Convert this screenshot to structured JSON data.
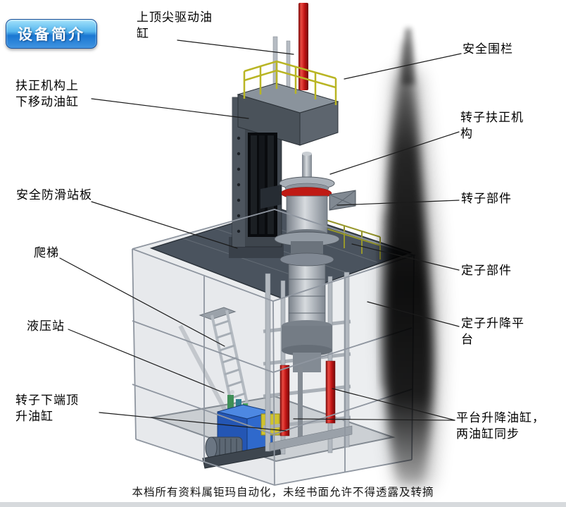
{
  "page": {
    "badge_title": "设备简介",
    "footer": "本档所有资料属钜玛自动化，未经书面允许不得透露及转摘"
  },
  "labels": [
    {
      "name": "top-tip-drive-cylinder",
      "text": "上顶尖驱动油\n缸"
    },
    {
      "name": "safety-fence",
      "text": "安全围栏"
    },
    {
      "name": "centering-updown-cylinder",
      "text": "扶正机构上\n下移动油缸"
    },
    {
      "name": "rotor-centering-mechanism",
      "text": "转子扶正机\n构"
    },
    {
      "name": "anti-slip-standing-plate",
      "text": "安全防滑站板"
    },
    {
      "name": "rotor-component",
      "text": "转子部件"
    },
    {
      "name": "ladder",
      "text": "爬梯"
    },
    {
      "name": "stator-component",
      "text": "定子部件"
    },
    {
      "name": "hydraulic-station",
      "text": "液压站"
    },
    {
      "name": "stator-lift-platform",
      "text": "定子升降平\n台"
    },
    {
      "name": "rotor-bottom-jack-cylinder",
      "text": "转子下端顶\n升油缸"
    },
    {
      "name": "platform-lift-cylinders",
      "text": "平台升降油缸，\n两油缸同步"
    }
  ],
  "colors": {
    "cylinder_red": "#c01414",
    "railing_yellow": "#b9b524",
    "hydraulic_blue": "#2f69cc",
    "platform_gray": "#4a535e",
    "badge_blue": "#1a77d2",
    "enclosure_gray": "#9aa1a9"
  }
}
